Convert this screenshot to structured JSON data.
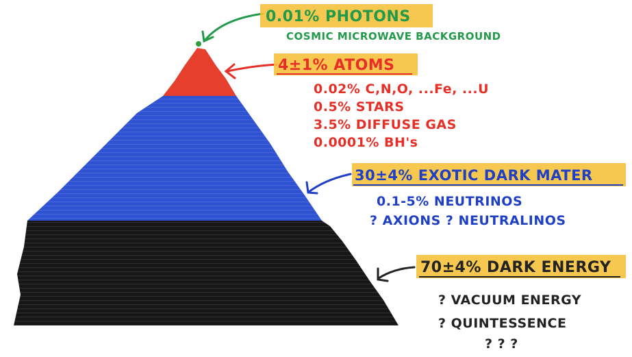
{
  "pyramid": {
    "layers": [
      {
        "name": "photons",
        "share": "0.01%",
        "color": "#2e9c3a"
      },
      {
        "name": "atoms",
        "share": "4±1%",
        "color": "#e8402f"
      },
      {
        "name": "dark-matter",
        "share": "30±4%",
        "color": "#2f57d6"
      },
      {
        "name": "dark-energy",
        "share": "70±4%",
        "color": "#1a1a1a"
      }
    ]
  },
  "photons": {
    "title": "0.01% PHOTONS",
    "subtitle": "COSMIC MICROWAVE BACKGROUND",
    "color": "#23994a",
    "highlight": "#f6c23c"
  },
  "atoms": {
    "title": "4±1% ATOMS",
    "color": "#e63027",
    "highlight": "#f6c23c",
    "items": [
      "0.02% C,N,O, ...Fe, ...U",
      "0.5% STARS",
      "3.5% DIFFUSE GAS",
      "0.0001% BH's"
    ]
  },
  "dark_matter": {
    "title": "30±4% EXOTIC DARK MATER",
    "color": "#1f3fc4",
    "highlight": "#f6c23c",
    "items": [
      "0.1-5% NEUTRINOS",
      "? AXIONS ? NEUTRALINOS"
    ]
  },
  "dark_energy": {
    "title": "70±4% DARK ENERGY",
    "color": "#222222",
    "highlight": "#f6c23c",
    "items": [
      "? VACUUM ENERGY",
      "? QUINTESSENCE",
      "? ? ?"
    ]
  }
}
